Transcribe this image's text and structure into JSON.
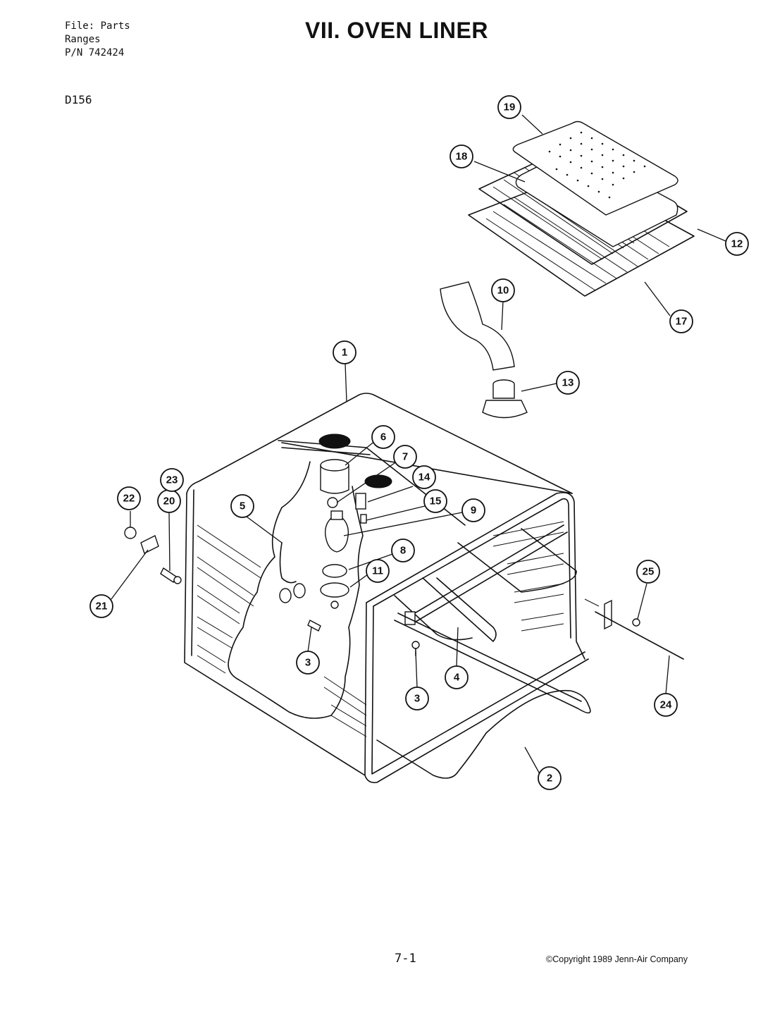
{
  "header": {
    "file_line": "File: Parts",
    "category_line": "Ranges",
    "part_number_line": "P/N 742424",
    "model": "D156",
    "title": "VII. OVEN LINER"
  },
  "callouts": [
    {
      "id": "c1",
      "label": "1"
    },
    {
      "id": "c2",
      "label": "2"
    },
    {
      "id": "c3a",
      "label": "3"
    },
    {
      "id": "c3b",
      "label": "3"
    },
    {
      "id": "c4",
      "label": "4"
    },
    {
      "id": "c5",
      "label": "5"
    },
    {
      "id": "c6",
      "label": "6"
    },
    {
      "id": "c7",
      "label": "7"
    },
    {
      "id": "c8",
      "label": "8"
    },
    {
      "id": "c9",
      "label": "9"
    },
    {
      "id": "c10",
      "label": "10"
    },
    {
      "id": "c11",
      "label": "11"
    },
    {
      "id": "c12",
      "label": "12"
    },
    {
      "id": "c13",
      "label": "13"
    },
    {
      "id": "c14",
      "label": "14"
    },
    {
      "id": "c15",
      "label": "15"
    },
    {
      "id": "c17",
      "label": "17"
    },
    {
      "id": "c18",
      "label": "18"
    },
    {
      "id": "c19",
      "label": "19"
    },
    {
      "id": "c20",
      "label": "20"
    },
    {
      "id": "c21",
      "label": "21"
    },
    {
      "id": "c22",
      "label": "22"
    },
    {
      "id": "c23",
      "label": "23"
    },
    {
      "id": "c24",
      "label": "24"
    },
    {
      "id": "c25",
      "label": "25"
    }
  ],
  "footer": {
    "page_number": "7-1",
    "copyright": "©Copyright 1989 Jenn-Air Company"
  }
}
